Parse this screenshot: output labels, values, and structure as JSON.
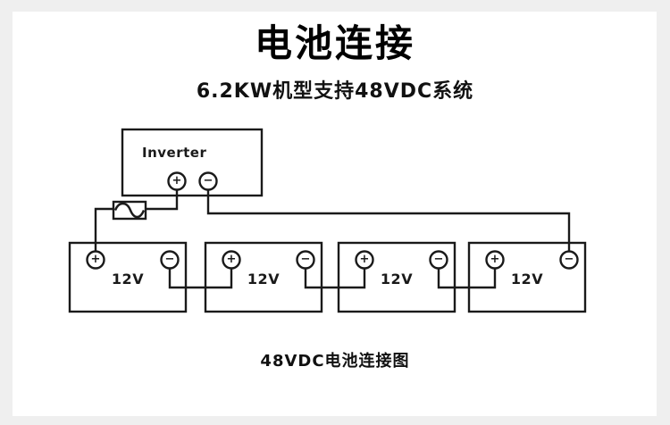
{
  "page": {
    "title": "电池连接",
    "subtitle": "6.2KW机型支持48VDC系统",
    "caption": "48VDC电池连接图"
  },
  "diagram": {
    "inverter": {
      "label": "Inverter",
      "positive_terminal": "+",
      "negative_terminal": "−"
    },
    "fuse": {
      "symbol_icon": "sine-wave-icon"
    },
    "batteries": [
      {
        "label": "12V",
        "positive_terminal": "+",
        "negative_terminal": "−"
      },
      {
        "label": "12V",
        "positive_terminal": "+",
        "negative_terminal": "−"
      },
      {
        "label": "12V",
        "positive_terminal": "+",
        "negative_terminal": "−"
      },
      {
        "label": "12V",
        "positive_terminal": "+",
        "negative_terminal": "−"
      }
    ],
    "colors": {
      "line": "#1a1a1a",
      "canvas": "#ffffff",
      "frame": "#efefef"
    }
  }
}
